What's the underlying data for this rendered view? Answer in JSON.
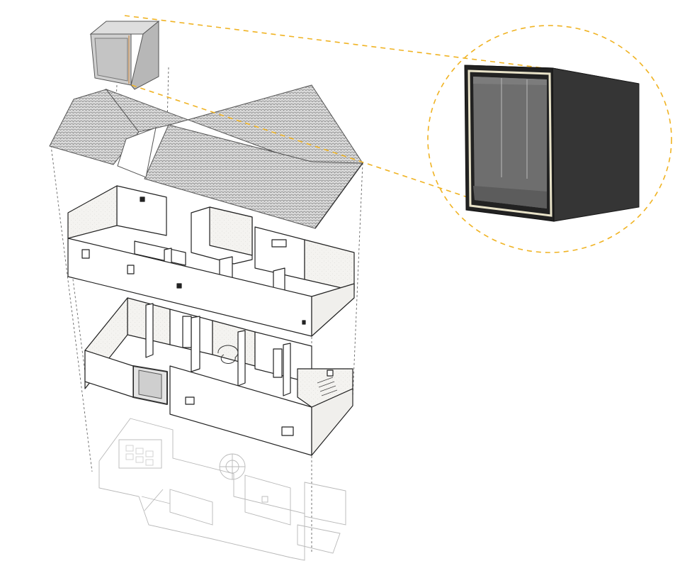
{
  "diagram": {
    "layers": [
      {
        "id": "skylight-box"
      },
      {
        "id": "pitched-roof"
      },
      {
        "id": "upper-floor"
      },
      {
        "id": "ground-floor"
      },
      {
        "id": "floor-plan"
      }
    ],
    "callout": {
      "subject": "skylight-box",
      "style": "dashed"
    }
  },
  "colors": {
    "callout": "#f0b323",
    "wall_fill": "#ffffff",
    "wall_side": "#f2f2f0",
    "wall_stroke": "#222222",
    "roof_fill": "#d9d9d9",
    "roof_pattern": "#8a8a8a",
    "box_dark": "#2e2e2e",
    "box_dark_side": "#353535",
    "glass": "#6e6e6e",
    "frame": "#e8e2c8",
    "plan_line": "#b8b8b8",
    "guide_line": "#666666"
  }
}
